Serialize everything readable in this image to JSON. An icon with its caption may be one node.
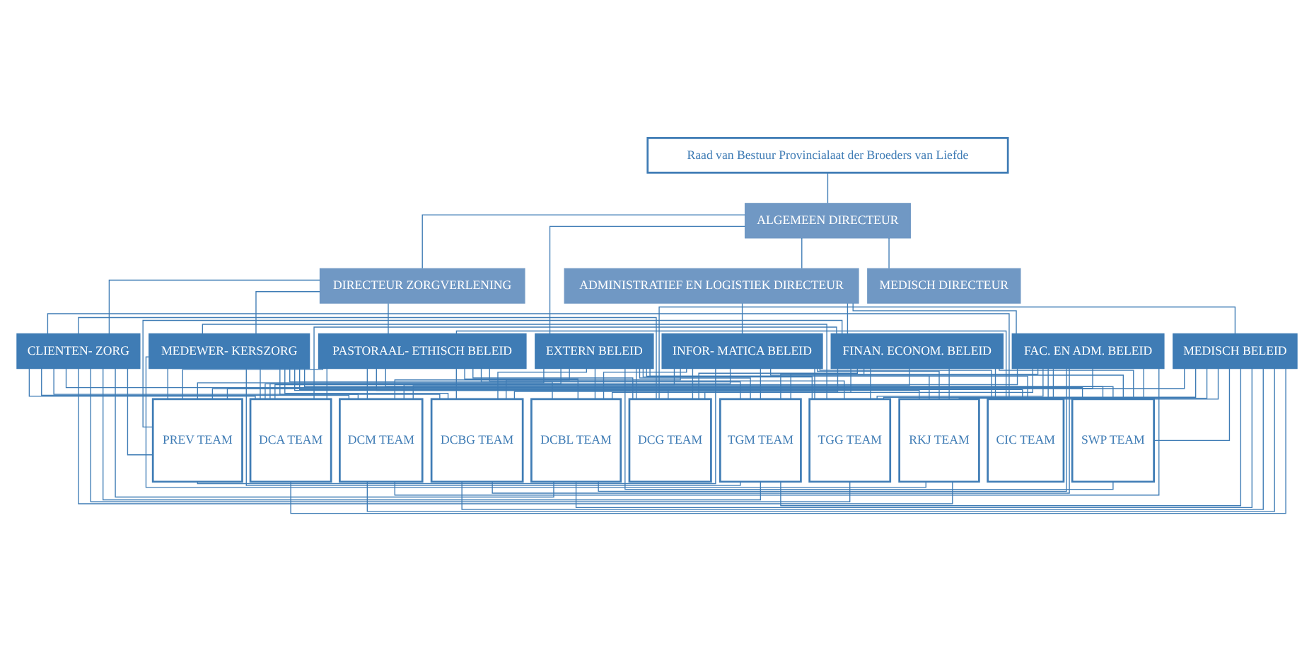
{
  "diagram": {
    "nodes": [
      {
        "text": [
          "Raad van Bestuur Provincialaat der Broeders van Liefde"
        ]
      },
      {
        "text": [
          "ALGEMEEN DIRECTEUR"
        ]
      },
      {
        "text": [
          "DIRECTEUR ZORGVERLENING"
        ]
      },
      {
        "text": [
          "ADMINISTRATIEF EN LOGISTIEK DIRECTEUR"
        ]
      },
      {
        "text": [
          "MEDISCH DIRECTEUR"
        ]
      },
      {
        "text": [
          "CLIENTEN- ZORG"
        ]
      },
      {
        "text": [
          "MEDEWER- KERSZORG"
        ]
      },
      {
        "text": [
          "PASTORAAL- ETHISCH BELEID"
        ]
      },
      {
        "text": [
          "EXTERN BELEID"
        ]
      },
      {
        "text": [
          "INFOR- MATICA BELEID"
        ]
      },
      {
        "text": [
          "FINAN. ECONOM. BELEID"
        ]
      },
      {
        "text": [
          "FAC. EN ADM. BELEID"
        ]
      },
      {
        "text": [
          "MEDISCH BELEID"
        ]
      },
      {
        "text": [
          "PREV TEAM"
        ]
      },
      {
        "text": [
          "DCA TEAM"
        ]
      },
      {
        "text": [
          "DCM TEAM"
        ]
      },
      {
        "text": [
          "DCBG TEAM"
        ]
      },
      {
        "text": [
          "DCBL TEAM"
        ]
      },
      {
        "text": [
          "DCG TEAM"
        ]
      },
      {
        "text": [
          "TGM TEAM"
        ]
      },
      {
        "text": [
          "TGG TEAM"
        ]
      },
      {
        "text": [
          "RKJ TEAM"
        ]
      },
      {
        "text": [
          "CIC TEAM"
        ]
      },
      {
        "text": [
          "SWP TEAM"
        ]
      }
    ],
    "edges": [
      {
        "from": 0,
        "to": 1,
        "arrow": "none"
      },
      {
        "from": 1,
        "to": 2,
        "arrow": "none"
      },
      {
        "from": 1,
        "to": 3,
        "arrow": "none"
      },
      {
        "from": 1,
        "to": 4,
        "arrow": "none"
      },
      {
        "from": 1,
        "to": 8,
        "arrow": "none"
      },
      {
        "from": 2,
        "to": 5,
        "arrow": "none"
      },
      {
        "from": 2,
        "to": 6,
        "arrow": "none"
      },
      {
        "from": 2,
        "to": 7,
        "arrow": "none"
      },
      {
        "from": 3,
        "to": 9,
        "arrow": "none"
      },
      {
        "from": 3,
        "to": 10,
        "arrow": "none"
      },
      {
        "from": 3,
        "to": 11,
        "arrow": "none"
      },
      {
        "from": 5,
        "to": 13,
        "arrow": "none"
      },
      {
        "from": 5,
        "to": 14,
        "arrow": "none"
      },
      {
        "from": 5,
        "to": 15,
        "arrow": "none"
      },
      {
        "from": 5,
        "to": 16,
        "arrow": "none"
      },
      {
        "from": 5,
        "to": 17,
        "arrow": "none"
      },
      {
        "from": 5,
        "to": 18,
        "arrow": "none"
      },
      {
        "from": 5,
        "to": 19,
        "arrow": "none"
      },
      {
        "from": 5,
        "to": 20,
        "arrow": "none"
      },
      {
        "from": 5,
        "to": 21,
        "arrow": "none"
      },
      {
        "from": 5,
        "to": 22,
        "arrow": "none"
      },
      {
        "from": 5,
        "to": 23,
        "arrow": "none"
      },
      {
        "from": 6,
        "to": 13,
        "arrow": "none"
      },
      {
        "from": 6,
        "to": 14,
        "arrow": "none"
      },
      {
        "from": 6,
        "to": 15,
        "arrow": "none"
      },
      {
        "from": 6,
        "to": 16,
        "arrow": "none"
      },
      {
        "from": 6,
        "to": 17,
        "arrow": "none"
      },
      {
        "from": 6,
        "to": 18,
        "arrow": "none"
      },
      {
        "from": 6,
        "to": 19,
        "arrow": "none"
      },
      {
        "from": 6,
        "to": 20,
        "arrow": "none"
      },
      {
        "from": 6,
        "to": 21,
        "arrow": "none"
      },
      {
        "from": 6,
        "to": 22,
        "arrow": "none"
      },
      {
        "from": 6,
        "to": 23,
        "arrow": "none"
      },
      {
        "from": 7,
        "to": 13,
        "arrow": "none"
      },
      {
        "from": 7,
        "to": 14,
        "arrow": "none"
      },
      {
        "from": 7,
        "to": 15,
        "arrow": "none"
      },
      {
        "from": 7,
        "to": 16,
        "arrow": "none"
      },
      {
        "from": 7,
        "to": 17,
        "arrow": "none"
      },
      {
        "from": 7,
        "to": 18,
        "arrow": "none"
      },
      {
        "from": 7,
        "to": 19,
        "arrow": "none"
      },
      {
        "from": 7,
        "to": 20,
        "arrow": "none"
      },
      {
        "from": 7,
        "to": 21,
        "arrow": "none"
      },
      {
        "from": 7,
        "to": 22,
        "arrow": "none"
      },
      {
        "from": 7,
        "to": 23,
        "arrow": "none"
      },
      {
        "from": 8,
        "to": 13,
        "arrow": "none"
      },
      {
        "from": 8,
        "to": 14,
        "arrow": "none"
      },
      {
        "from": 8,
        "to": 15,
        "arrow": "none"
      },
      {
        "from": 8,
        "to": 16,
        "arrow": "none"
      },
      {
        "from": 8,
        "to": 17,
        "arrow": "none"
      },
      {
        "from": 8,
        "to": 18,
        "arrow": "none"
      },
      {
        "from": 8,
        "to": 19,
        "arrow": "none"
      },
      {
        "from": 8,
        "to": 20,
        "arrow": "none"
      },
      {
        "from": 8,
        "to": 21,
        "arrow": "none"
      },
      {
        "from": 8,
        "to": 22,
        "arrow": "none"
      },
      {
        "from": 8,
        "to": 23,
        "arrow": "none"
      },
      {
        "from": 9,
        "to": 13,
        "arrow": "none"
      },
      {
        "from": 9,
        "to": 14,
        "arrow": "none"
      },
      {
        "from": 9,
        "to": 15,
        "arrow": "none"
      },
      {
        "from": 9,
        "to": 16,
        "arrow": "none"
      },
      {
        "from": 9,
        "to": 17,
        "arrow": "none"
      },
      {
        "from": 9,
        "to": 18,
        "arrow": "none"
      },
      {
        "from": 9,
        "to": 19,
        "arrow": "none"
      },
      {
        "from": 9,
        "to": 20,
        "arrow": "none"
      },
      {
        "from": 9,
        "to": 21,
        "arrow": "none"
      },
      {
        "from": 9,
        "to": 22,
        "arrow": "none"
      },
      {
        "from": 9,
        "to": 23,
        "arrow": "none"
      },
      {
        "from": 10,
        "to": 13,
        "arrow": "none"
      },
      {
        "from": 10,
        "to": 14,
        "arrow": "none"
      },
      {
        "from": 10,
        "to": 15,
        "arrow": "none"
      },
      {
        "from": 10,
        "to": 16,
        "arrow": "none"
      },
      {
        "from": 10,
        "to": 17,
        "arrow": "none"
      },
      {
        "from": 10,
        "to": 18,
        "arrow": "none"
      },
      {
        "from": 10,
        "to": 19,
        "arrow": "none"
      },
      {
        "from": 10,
        "to": 20,
        "arrow": "none"
      },
      {
        "from": 10,
        "to": 21,
        "arrow": "none"
      },
      {
        "from": 10,
        "to": 22,
        "arrow": "none"
      },
      {
        "from": 10,
        "to": 23,
        "arrow": "none"
      },
      {
        "from": 11,
        "to": 13,
        "arrow": "none"
      },
      {
        "from": 11,
        "to": 14,
        "arrow": "none"
      },
      {
        "from": 11,
        "to": 15,
        "arrow": "none"
      },
      {
        "from": 11,
        "to": 16,
        "arrow": "none"
      },
      {
        "from": 11,
        "to": 17,
        "arrow": "none"
      },
      {
        "from": 11,
        "to": 18,
        "arrow": "none"
      },
      {
        "from": 11,
        "to": 19,
        "arrow": "none"
      },
      {
        "from": 11,
        "to": 20,
        "arrow": "none"
      },
      {
        "from": 11,
        "to": 21,
        "arrow": "none"
      },
      {
        "from": 11,
        "to": 22,
        "arrow": "none"
      },
      {
        "from": 11,
        "to": 23,
        "arrow": "none"
      },
      {
        "from": 12,
        "to": 13,
        "arrow": "none"
      },
      {
        "from": 12,
        "to": 14,
        "arrow": "none"
      },
      {
        "from": 12,
        "to": 15,
        "arrow": "none"
      },
      {
        "from": 12,
        "to": 16,
        "arrow": "none"
      },
      {
        "from": 12,
        "to": 17,
        "arrow": "none"
      },
      {
        "from": 12,
        "to": 18,
        "arrow": "none"
      },
      {
        "from": 12,
        "to": 19,
        "arrow": "none"
      },
      {
        "from": 12,
        "to": 20,
        "arrow": "none"
      },
      {
        "from": 12,
        "to": 21,
        "arrow": "none"
      },
      {
        "from": 12,
        "to": 22,
        "arrow": "none"
      },
      {
        "from": 12,
        "to": 23,
        "arrow": "none"
      }
    ]
  }
}
